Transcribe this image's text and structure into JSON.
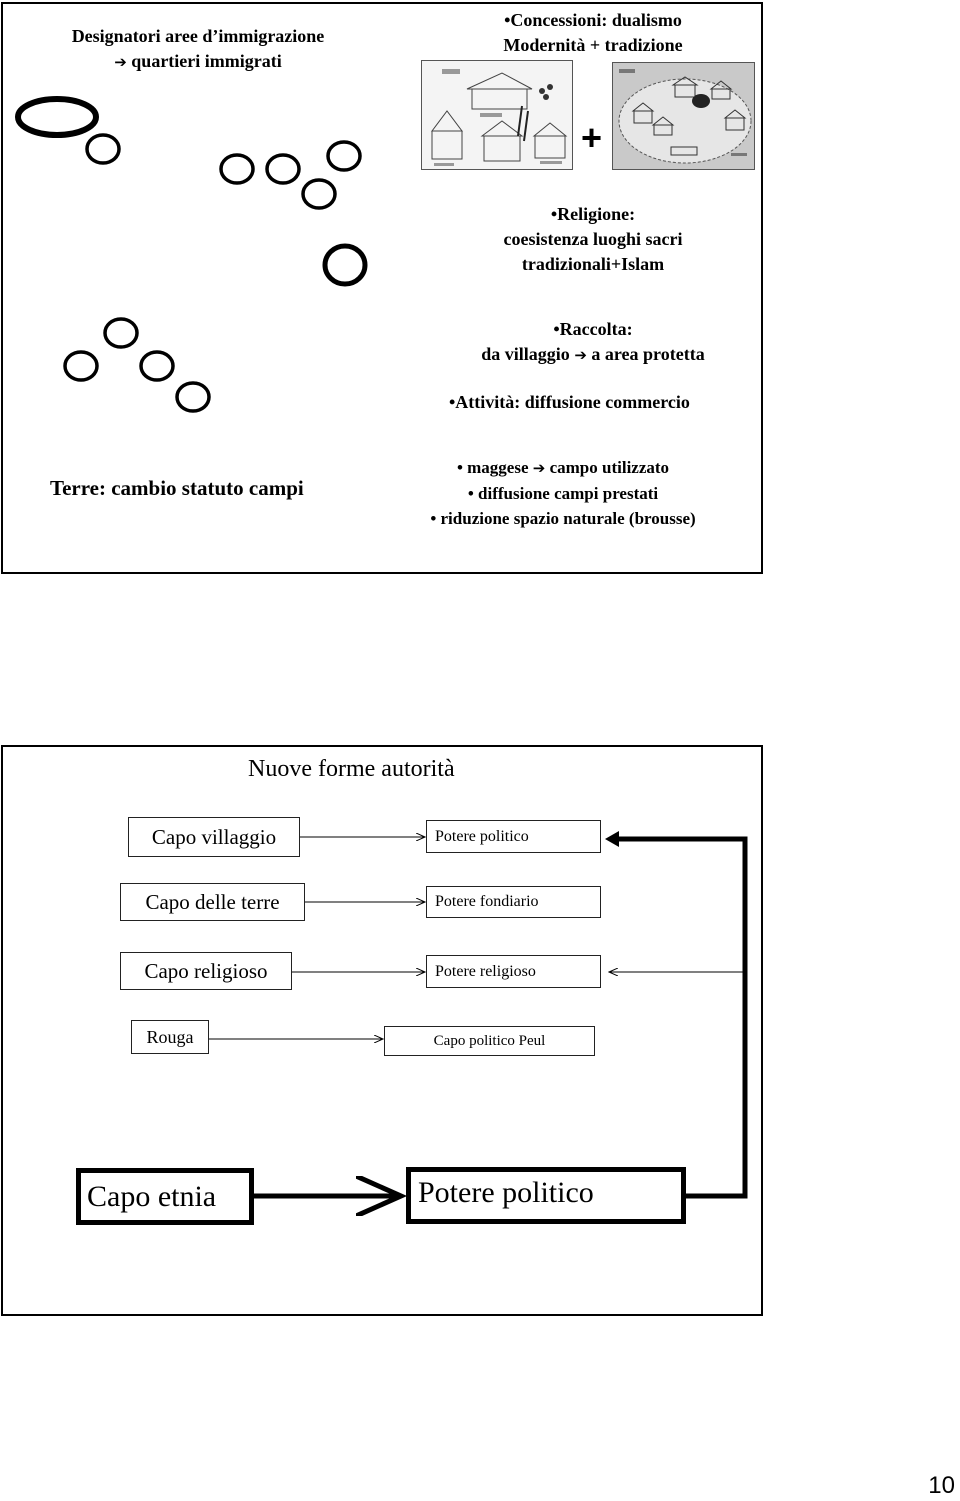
{
  "slide1": {
    "designatori_line1": "Designatori aree d’immigrazione",
    "designatori_line2": "quartieri immigrati",
    "arrow_glyph": "➔",
    "concessioni_line1": "•Concessioni: dualismo",
    "concessioni_line2": "Modernità + tradizione",
    "plus_sign": "+",
    "religione_line1": "•Religione:",
    "religione_line2": "coesistenza luoghi sacri",
    "religione_line3": "tradizionali+Islam",
    "raccolta_line1": "•Raccolta:",
    "raccolta_line2a": "da villaggio",
    "raccolta_line2b": "a area protetta",
    "attivita": "•Attività: diffusione commercio",
    "terre_title": "Terre: cambio statuto campi",
    "bullet1a": "• maggese",
    "bullet1b": "campo utilizzato",
    "bullet2": "• diffusione campi prestati",
    "bullet3": "• riduzione spazio naturale (brousse)"
  },
  "slide2": {
    "title": "Nuove forme autorità",
    "left_boxes": [
      "Capo villaggio",
      "Capo delle terre",
      "Capo religioso",
      "Rouga"
    ],
    "right_boxes": [
      "Potere politico",
      "Potere fondiario",
      "Potere religioso",
      "Capo politico Peul"
    ],
    "bottom_left": "Capo etnia",
    "bottom_right": "Potere politico"
  },
  "page_number": "10"
}
